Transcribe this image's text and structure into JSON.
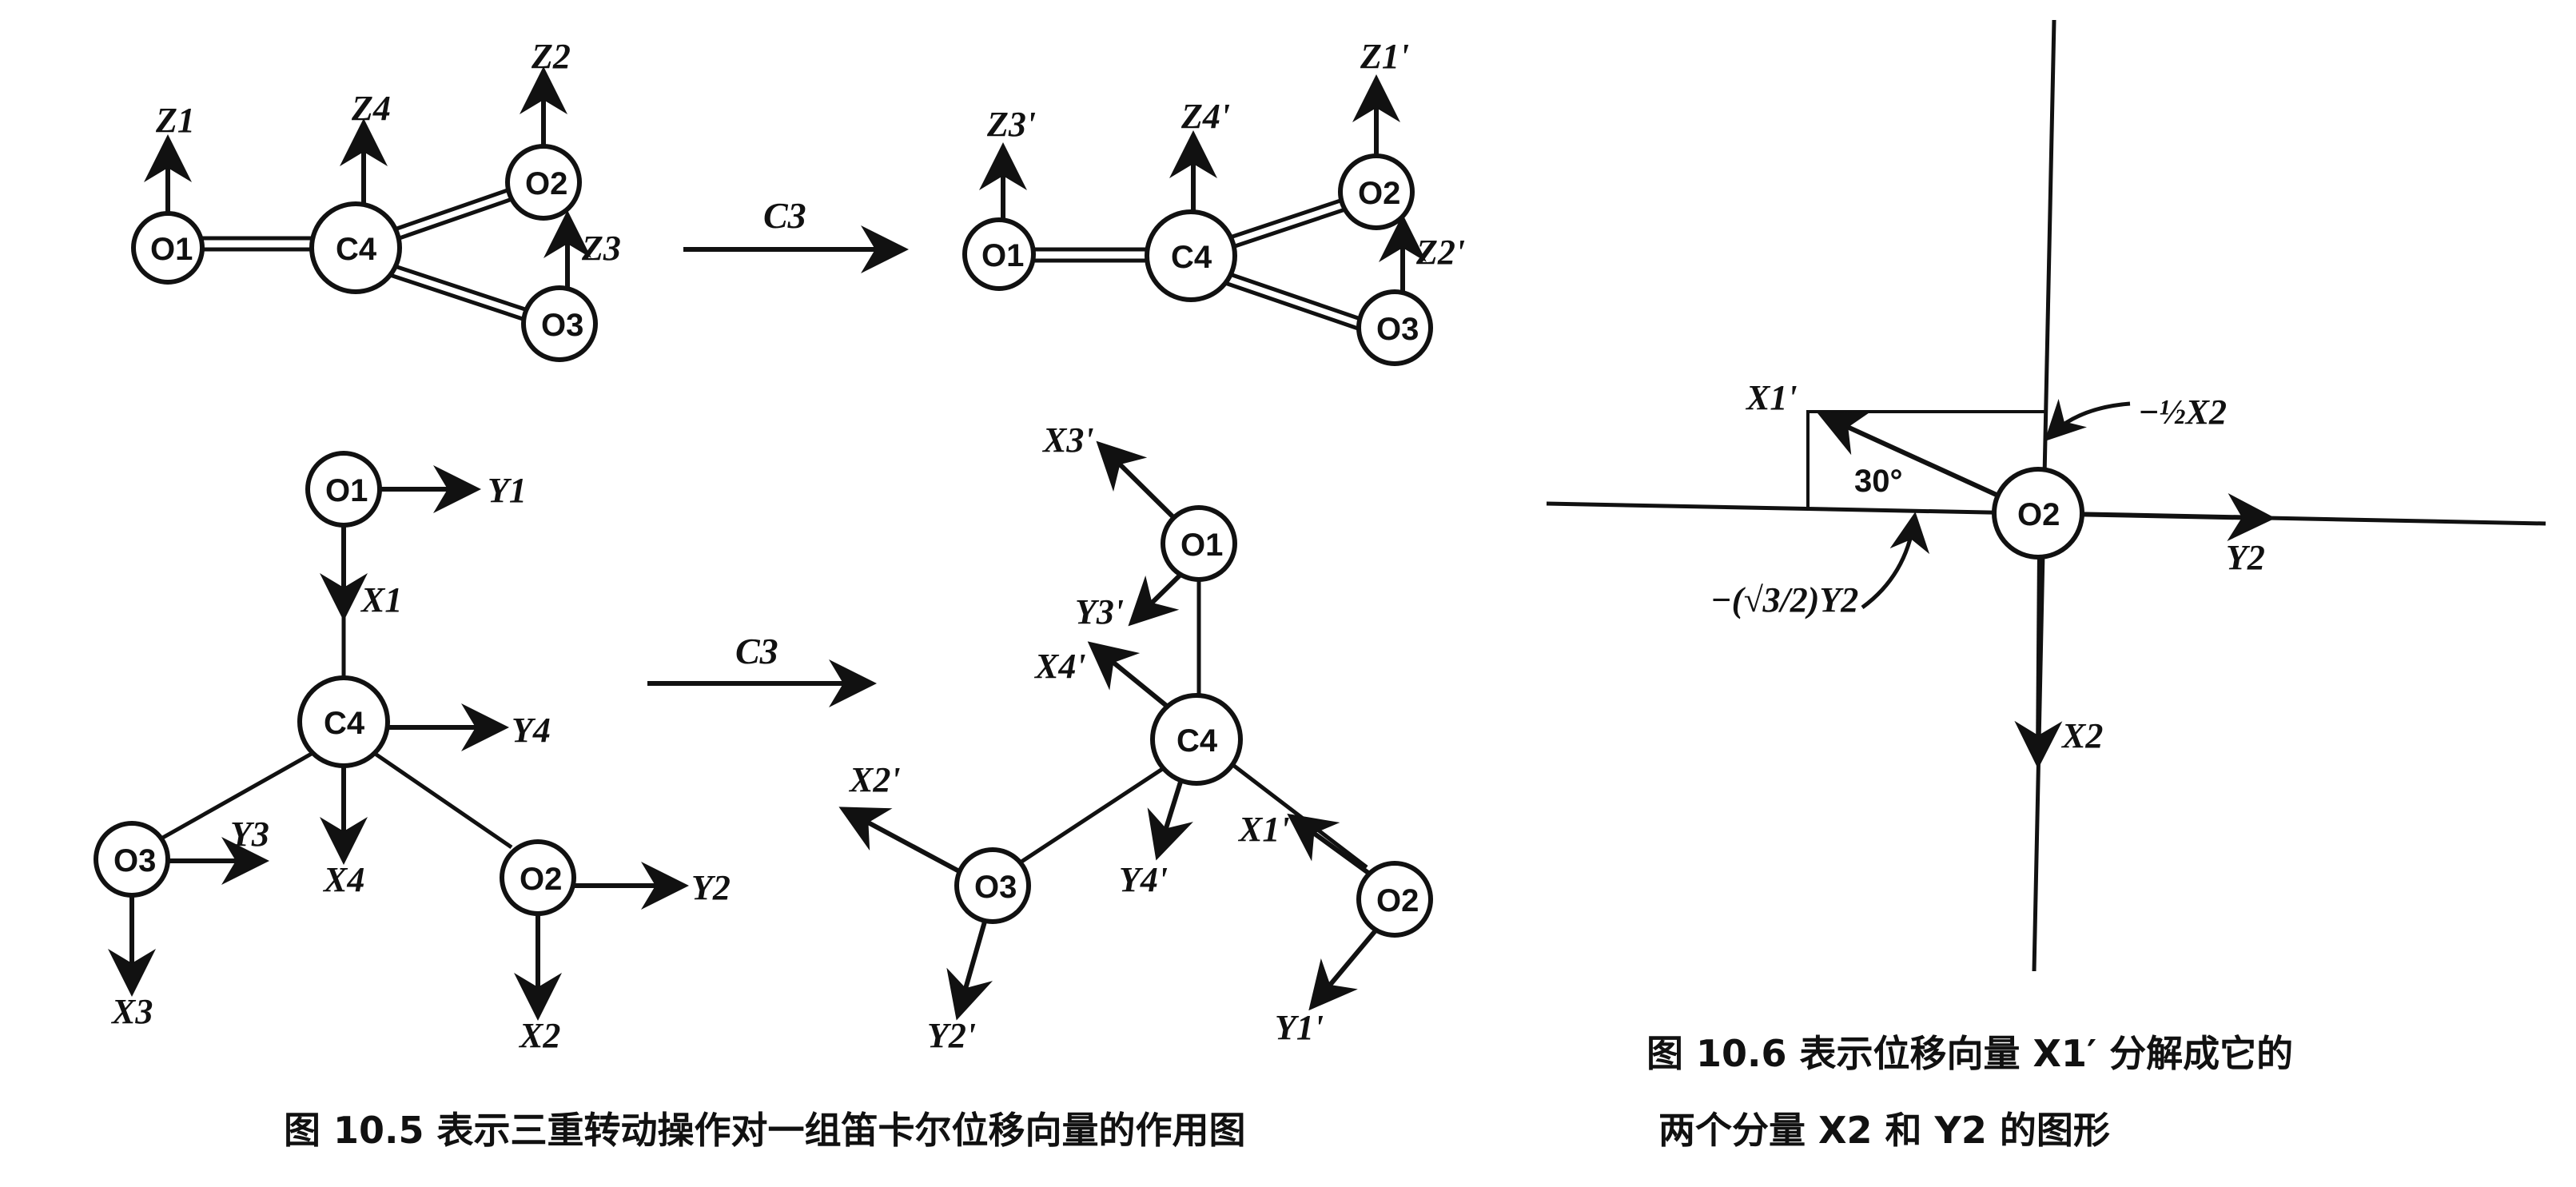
{
  "figure_10_5": {
    "operator": "C3",
    "top_left": {
      "atoms": [
        "O1",
        "C4",
        "O2",
        "O3"
      ],
      "vectors": [
        "Z1",
        "Z4",
        "Z2",
        "Z3"
      ]
    },
    "top_right": {
      "atoms": [
        "O1",
        "C4",
        "O2",
        "O3"
      ],
      "vectors": [
        "Z3'",
        "Z4'",
        "Z1'",
        "Z2'"
      ]
    },
    "bottom_left": {
      "atoms": [
        "O1",
        "C4",
        "O2",
        "O3"
      ],
      "vectors": [
        "Y1",
        "X1",
        "Y4",
        "X4",
        "Y3",
        "X3",
        "Y2",
        "X2"
      ]
    },
    "bottom_right": {
      "atoms": [
        "O1",
        "C4",
        "O2",
        "O3"
      ],
      "vectors": [
        "X3'",
        "Y3'",
        "X4'",
        "Y4'",
        "X2'",
        "Y2'",
        "X1'",
        "Y1'"
      ]
    },
    "caption": "图 10.5   表示三重转动操作对一组笛卡尔位移向量的作用图"
  },
  "figure_10_6": {
    "atom": "O2",
    "angle": "30°",
    "vectors": [
      "X1'",
      "Y2",
      "X2"
    ],
    "component_x": "−½X2",
    "component_y": "−(√3/2)Y2",
    "caption_line1": "图 10.6   表示位移向量 X1′  分解成它的",
    "caption_line2": "两个分量 X2 和 Y2 的图形"
  }
}
